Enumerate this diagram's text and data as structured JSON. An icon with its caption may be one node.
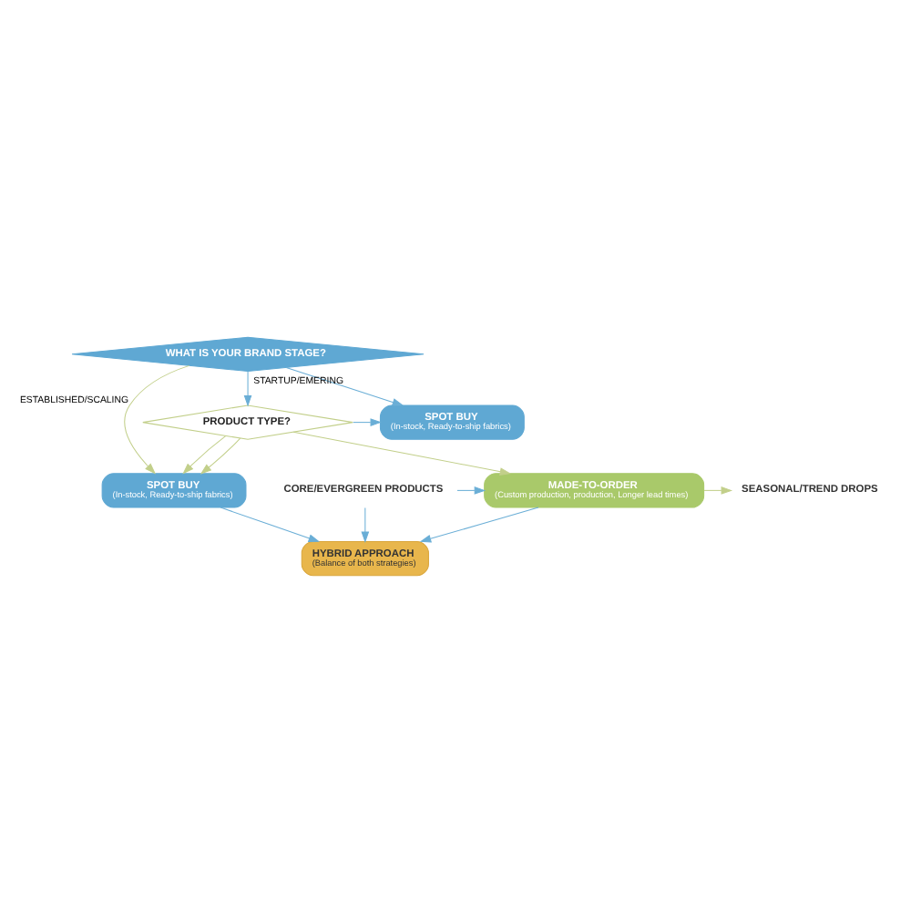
{
  "diagram": {
    "nodes": [
      {
        "text": [
          "WHAT IS YOUR BRAND STAGE?"
        ]
      },
      {
        "text": [
          "SPOT BUY",
          "(In-stock, Ready-to-ship fabrics)"
        ]
      },
      {
        "text": [
          "PRODUCT TYPE?"
        ]
      },
      {
        "text": [
          "SPOT BUY",
          "(In-stock, Ready-to-ship fabrics)"
        ]
      },
      {
        "text": [
          "CORE/EVERGREEN PRODUCTS"
        ]
      },
      {
        "text": [
          "MADE-TO-ORDER",
          "(Custom production, production, Longer lead times)"
        ]
      },
      {
        "text": [
          "SEASONAL/TREND DROPS"
        ]
      },
      {
        "text": [
          "HYBRID APPROACH",
          "(Balance of both strategies)"
        ]
      }
    ],
    "edges": [
      {
        "from": 0,
        "to": 1,
        "arrow": "to",
        "label": "STARTUP/EMERING"
      },
      {
        "from": 0,
        "to": 3,
        "arrow": "to",
        "label": "ESTABLISHED/SCALING",
        "color": "#c2cf8a"
      },
      {
        "from": 0,
        "to": 2,
        "arrow": "to"
      },
      {
        "from": 2,
        "to": 1,
        "arrow": "to"
      },
      {
        "from": 2,
        "to": 3,
        "arrow": "to",
        "color": "#c2cf8a"
      },
      {
        "from": 2,
        "to": 5,
        "arrow": "to",
        "color": "#c2cf8a"
      },
      {
        "from": 2,
        "to": 3,
        "arrow": "to",
        "color": "#c2cf8a"
      },
      {
        "from": 4,
        "to": 5,
        "arrow": "to"
      },
      {
        "from": 5,
        "to": 6,
        "arrow": "to",
        "color": "#c2cf8a"
      },
      {
        "from": 4,
        "to": 7,
        "arrow": "to"
      },
      {
        "from": 5,
        "to": 7,
        "arrow": "to"
      },
      {
        "from": 3,
        "to": 7,
        "arrow": "to"
      }
    ]
  }
}
